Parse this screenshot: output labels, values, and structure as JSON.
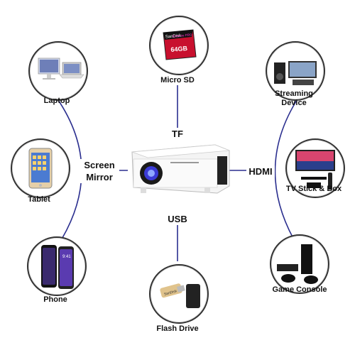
{
  "connections": {
    "tf": "TF",
    "usb": "USB",
    "hdmi": "HDMI",
    "screen_mirror_line1": "Screen",
    "screen_mirror_line2": "Mirror"
  },
  "devices": {
    "micro_sd": "Micro SD",
    "laptop": "Laptop",
    "tablet": "Tablet",
    "phone": "Phone",
    "streaming_line1": "Streaming",
    "streaming_line2": "Device",
    "tv_stick": "TV Stick & Box",
    "game_console": "Game Console",
    "flash_drive": "Flash Drive"
  },
  "graphics": {
    "sd_card_brand": "SanDisk",
    "sd_card_line": "Extreme PRO",
    "sd_card_capacity": "64GB",
    "flash_drive_brand": "SanDisk"
  },
  "colors": {
    "connector_line": "#2b2f8f",
    "circle_border": "#333333",
    "label_text": "#111111"
  }
}
